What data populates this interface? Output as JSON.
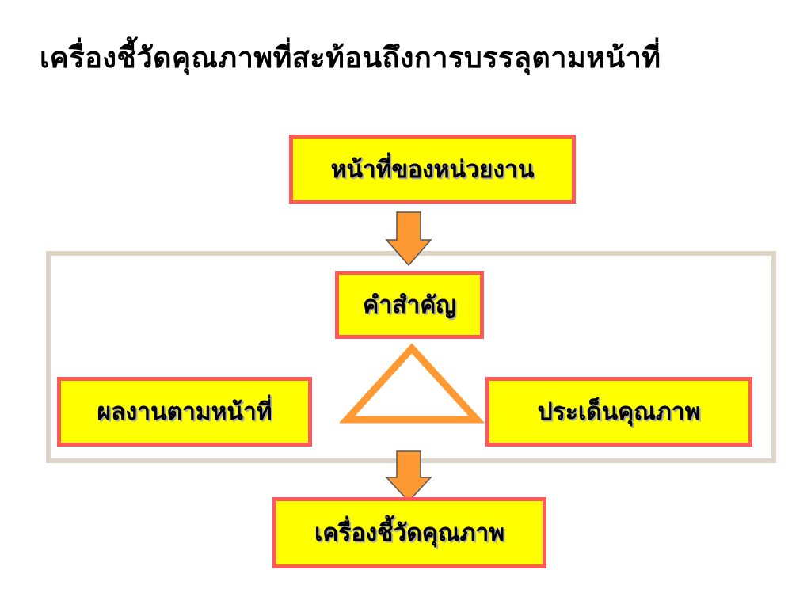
{
  "slide": {
    "title": "เครื่องชี้วัดคุณภาพที่สะท้อนถึงการบรรลุตามหน้าที่"
  },
  "diagram": {
    "mission_box": "หน้าที่ของหน่วยงาน",
    "keyword_box": "คำสำคัญ",
    "result_box": "ผลงานตามหน้าที่",
    "quality_box": "ประเด็นคุณภาพ",
    "indicator_box": "เครื่องชี้วัดคุณภาพ"
  },
  "colors": {
    "box_fill": "#ffff00",
    "box_border": "#ff5a5a",
    "arrow_fill": "#ff9933",
    "triangle_stroke": "#ff9933",
    "frame_border": "#ddd5c7"
  },
  "icons": {
    "arrow_top": "down-arrow-icon",
    "arrow_bottom": "down-arrow-icon",
    "triangle": "triangle-icon"
  }
}
